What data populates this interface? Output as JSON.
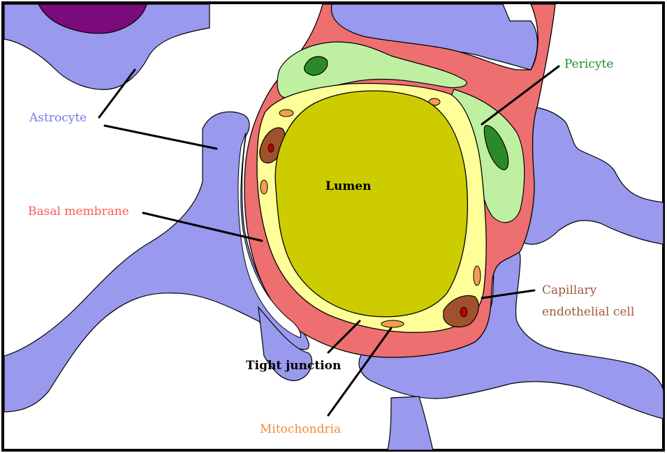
{
  "labels": {
    "astrocyte": "Astrocyte",
    "pericyte": "Pericyte",
    "lumen": "Lumen",
    "basal_membrane": "Basal membrane",
    "capillary_line1": "Capillary",
    "capillary_line2": "endothelial cell",
    "tight_junction": "Tight junction",
    "mitochondria": "Mitochondria"
  },
  "colors": {
    "astrocyte": "#9999ee",
    "astrocyte_dark": "#7b0a7b",
    "basal_membrane": "#ee6f6f",
    "pericyte_body": "#bff0a2",
    "pericyte_nucleus": "#2a8a2a",
    "endothelium": "#ffff99",
    "lumen": "#cccc00",
    "endothelial_nucleus": "#a0522d",
    "mitochondria": "#f2a050",
    "astrocyte_text": "#7777ee",
    "pericyte_text": "#228b22",
    "basal_text": "#ff5a5a",
    "capillary_text": "#a05a3c",
    "mitochondria_text": "#f08a40",
    "black_text": "#000000"
  }
}
